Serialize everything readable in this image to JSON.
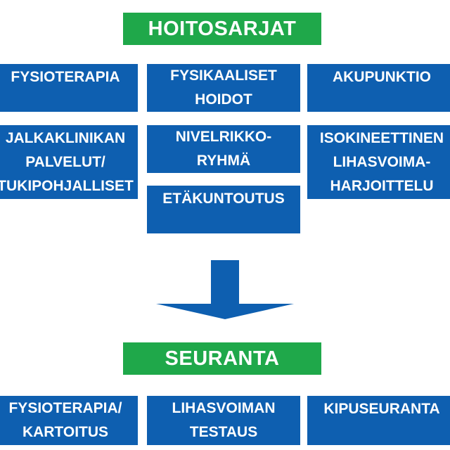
{
  "top_header": "HOITOSARJAT",
  "treatments": [
    "FYSIOTERAPIA",
    "FYSIKAALISET\nHOIDOT",
    "AKUPUNKTIO",
    "JALKAKLINIKAN\nPALVELUT/\nTUKIPOHJALLISET",
    "NIVELRIKKO-\nRYHMÄ",
    "ISOKINEETTINEN\nLIHASVOIMA-\nHARJOITTELU",
    "ETÄKUNTOUTUS"
  ],
  "bottom_header": "SEURANTA",
  "followups": [
    "FYSIOTERAPIA/\nKARTOITUS",
    "LIHASVOIMAN\nTESTAUS",
    "KIPUSEURANTA"
  ],
  "colors": {
    "header_green": "#1fa84a",
    "box_blue": "#0e5fb0",
    "text": "#ffffff"
  }
}
